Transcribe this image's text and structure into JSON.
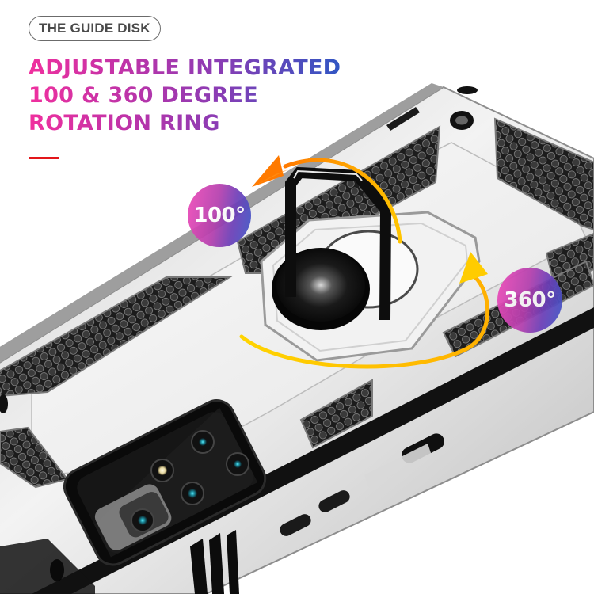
{
  "label_pill": {
    "text": "THE GUIDE DISK"
  },
  "headline": {
    "lines": [
      "ADJUSTABLE INTEGRATED",
      "100 & 360 DEGREE",
      "ROTATION RING"
    ],
    "gradient_colors": [
      "#f0309e",
      "#8a3cb4",
      "#2d57c4"
    ]
  },
  "accent": {
    "red_dash_color": "#e3161a"
  },
  "badges": [
    {
      "text": "100°",
      "meaning": "flip angle"
    },
    {
      "text": "360°",
      "meaning": "rotation angle"
    }
  ],
  "product": {
    "subject": "rugged phone case with ring holder",
    "case_color": "#e9e9e9",
    "texture_color": "#2b2b2b",
    "ring_color": "#111111",
    "arrow_colors": [
      "#ff8a00",
      "#ffd000"
    ],
    "camera_lenses": 5
  }
}
